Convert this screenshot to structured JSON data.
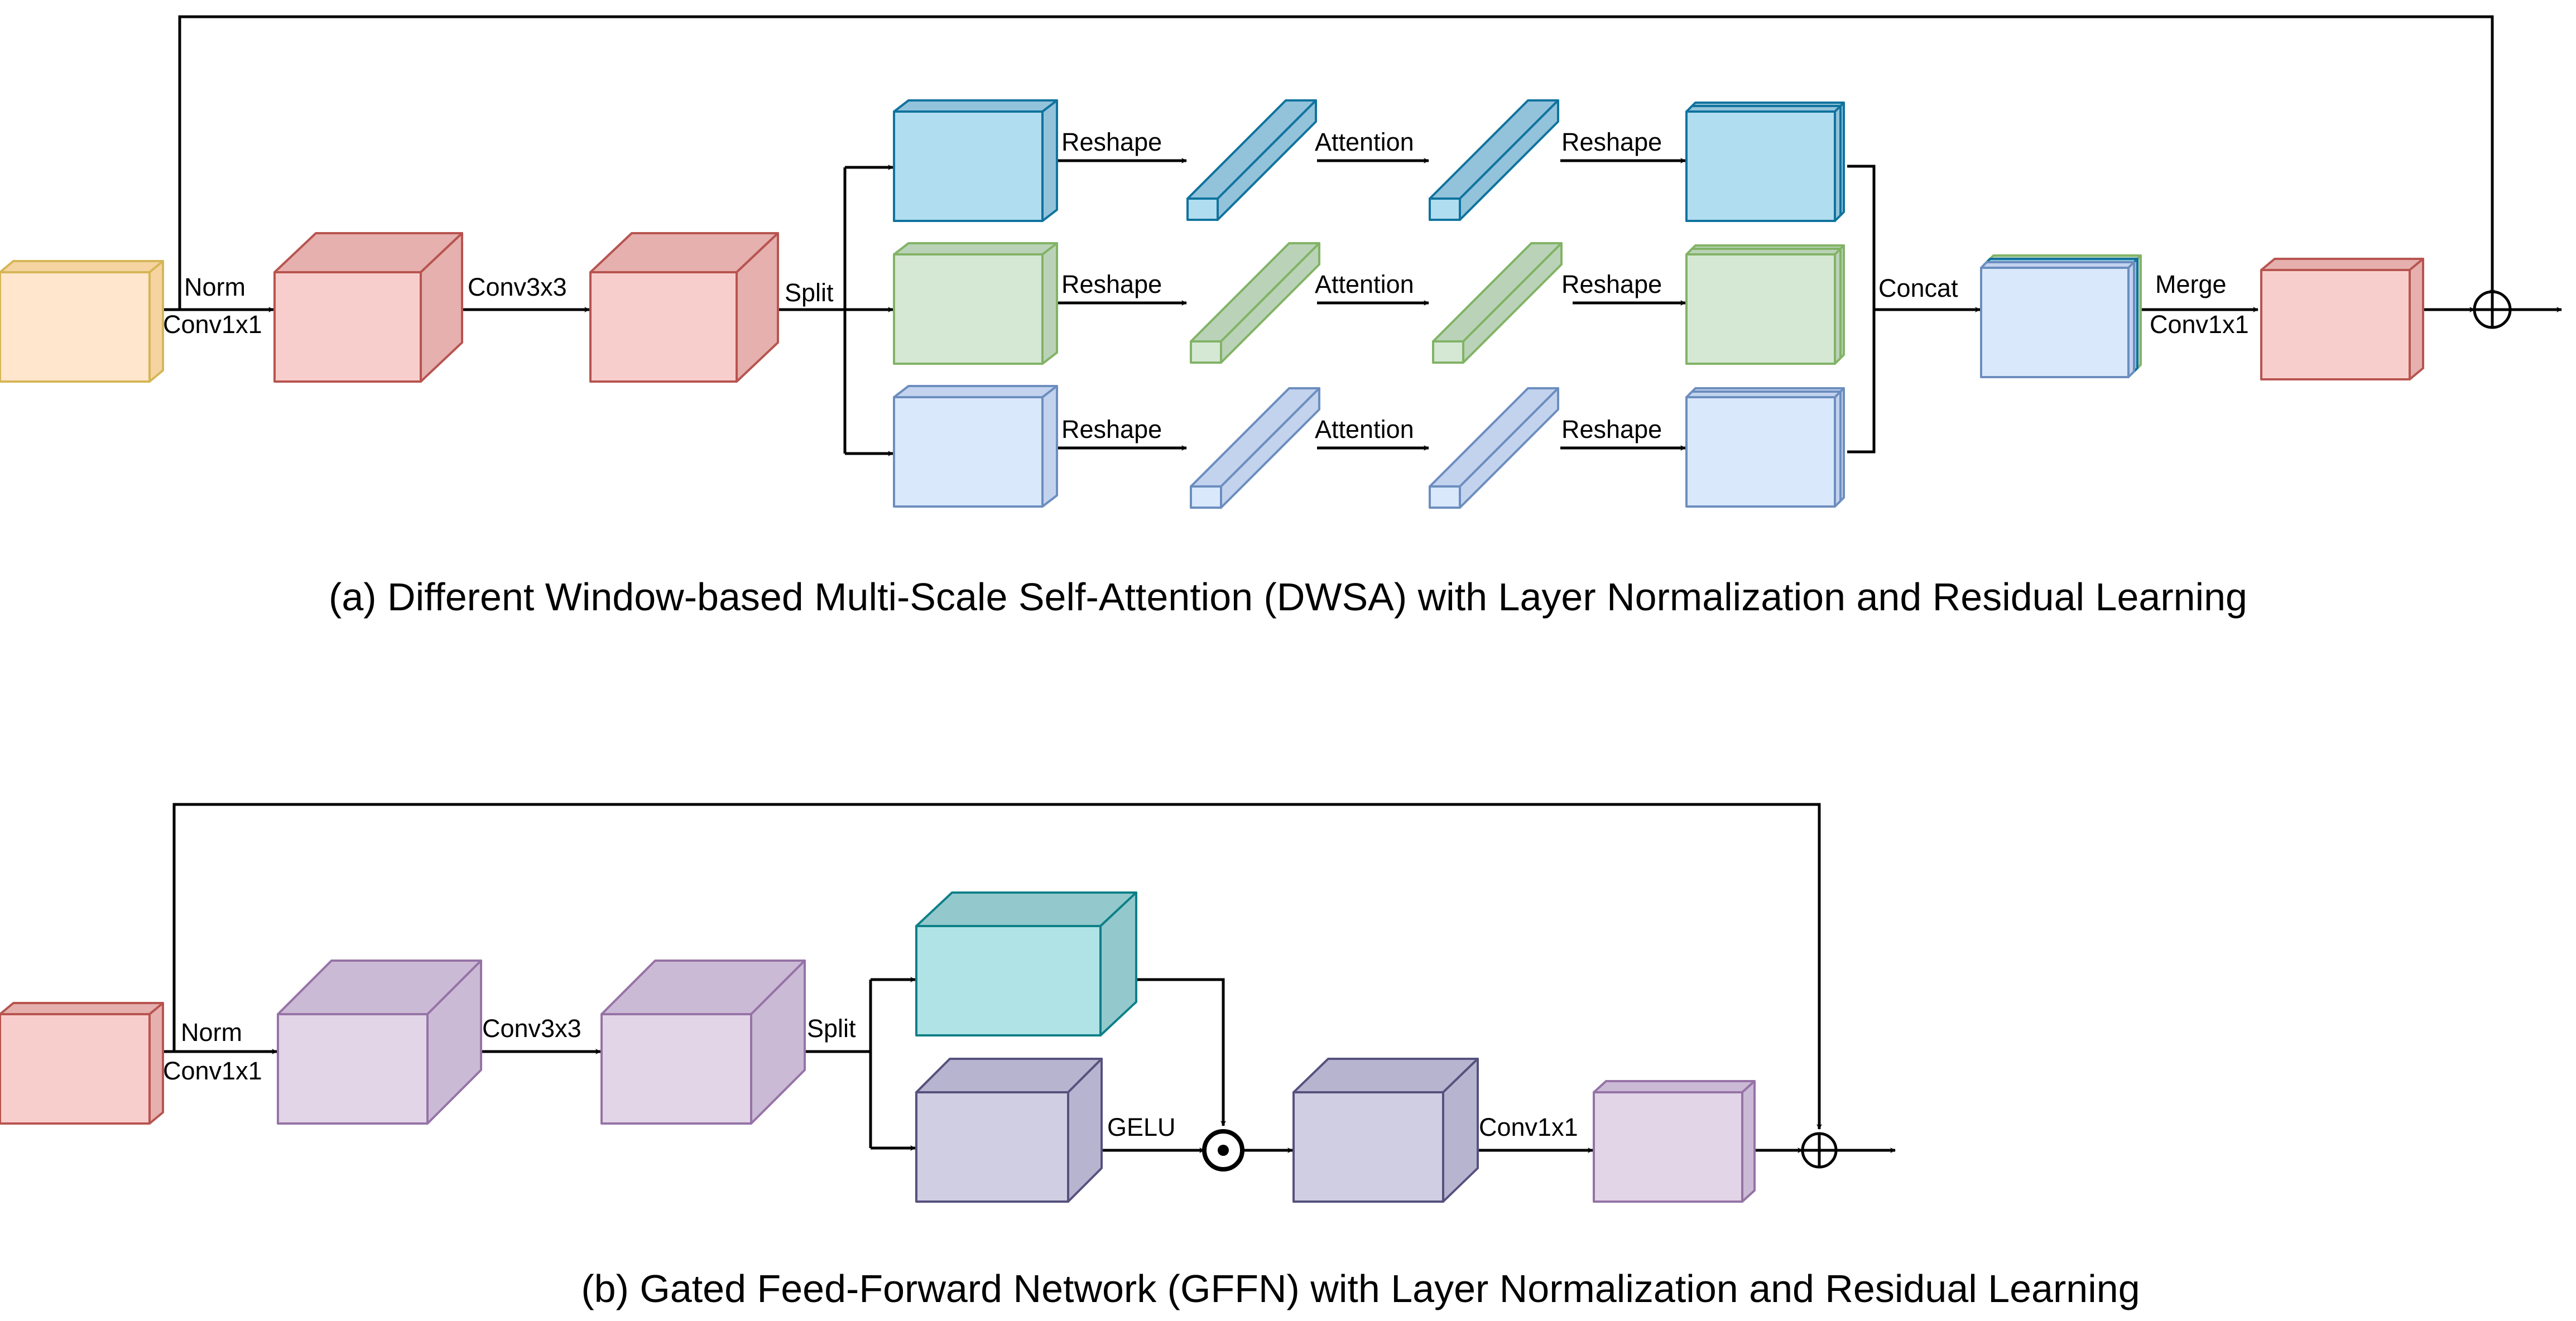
{
  "colors": {
    "input_a": {
      "front": "#ffe6cc",
      "side": "#f5d4a2",
      "stroke": "#d6b656"
    },
    "red": {
      "front": "#f8cecc",
      "side": "#e5b0ae",
      "stroke": "#b85450"
    },
    "blue_dark": {
      "front": "#b1ddf0",
      "side": "#92c3db",
      "stroke": "#10739e"
    },
    "green": {
      "front": "#d5e8d4",
      "side": "#bad3b8",
      "stroke": "#82b366"
    },
    "blue_light": {
      "front": "#dae8fc",
      "side": "#c3d3ee",
      "stroke": "#6c8ebf"
    },
    "purple": {
      "front": "#e1d5e7",
      "side": "#cbbad6",
      "stroke": "#9673a6"
    },
    "teal": {
      "front": "#b0e3e6",
      "side": "#93c9cc",
      "stroke": "#0e8088"
    },
    "slate": {
      "front": "#d0cee2",
      "side": "#b7b4cf",
      "stroke": "#56517e"
    }
  },
  "diagram_a": {
    "labels": {
      "norm": "Norm",
      "conv1x1_in": "Conv1x1",
      "conv3x3": "Conv3x3",
      "split": "Split",
      "reshape_in": [
        "Reshape",
        "Reshape",
        "Reshape"
      ],
      "attention": [
        "Attention",
        "Attention",
        "Attention"
      ],
      "reshape_out": [
        "Reshape",
        "Reshape",
        "Reshape"
      ],
      "concat": "Concat",
      "merge": "Merge",
      "conv1x1_out": "Conv1x1"
    },
    "caption": "(a) Different Window-based Multi-Scale Self-Attention (DWSA) with Layer Normalization and Residual Learning"
  },
  "diagram_b": {
    "labels": {
      "norm": "Norm",
      "conv1x1_in": "Conv1x1",
      "conv3x3": "Conv3x3",
      "split": "Split",
      "gelu": "GELU",
      "conv1x1_out": "Conv1x1"
    },
    "caption": "(b) Gated Feed-Forward Network (GFFN) with Layer Normalization and Residual Learning"
  }
}
